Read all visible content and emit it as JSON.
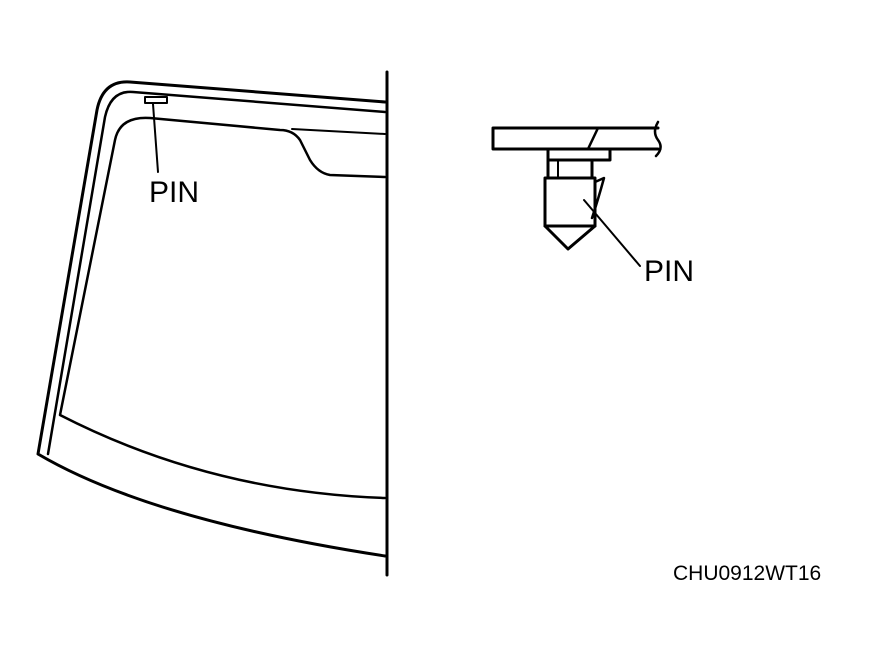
{
  "windshield_view": {
    "pin_label": "PIN"
  },
  "clip_detail": {
    "pin_label": "PIN"
  },
  "figure_code": "CHU0912WT16",
  "colors": {
    "line": "#000000",
    "background": "#ffffff"
  }
}
